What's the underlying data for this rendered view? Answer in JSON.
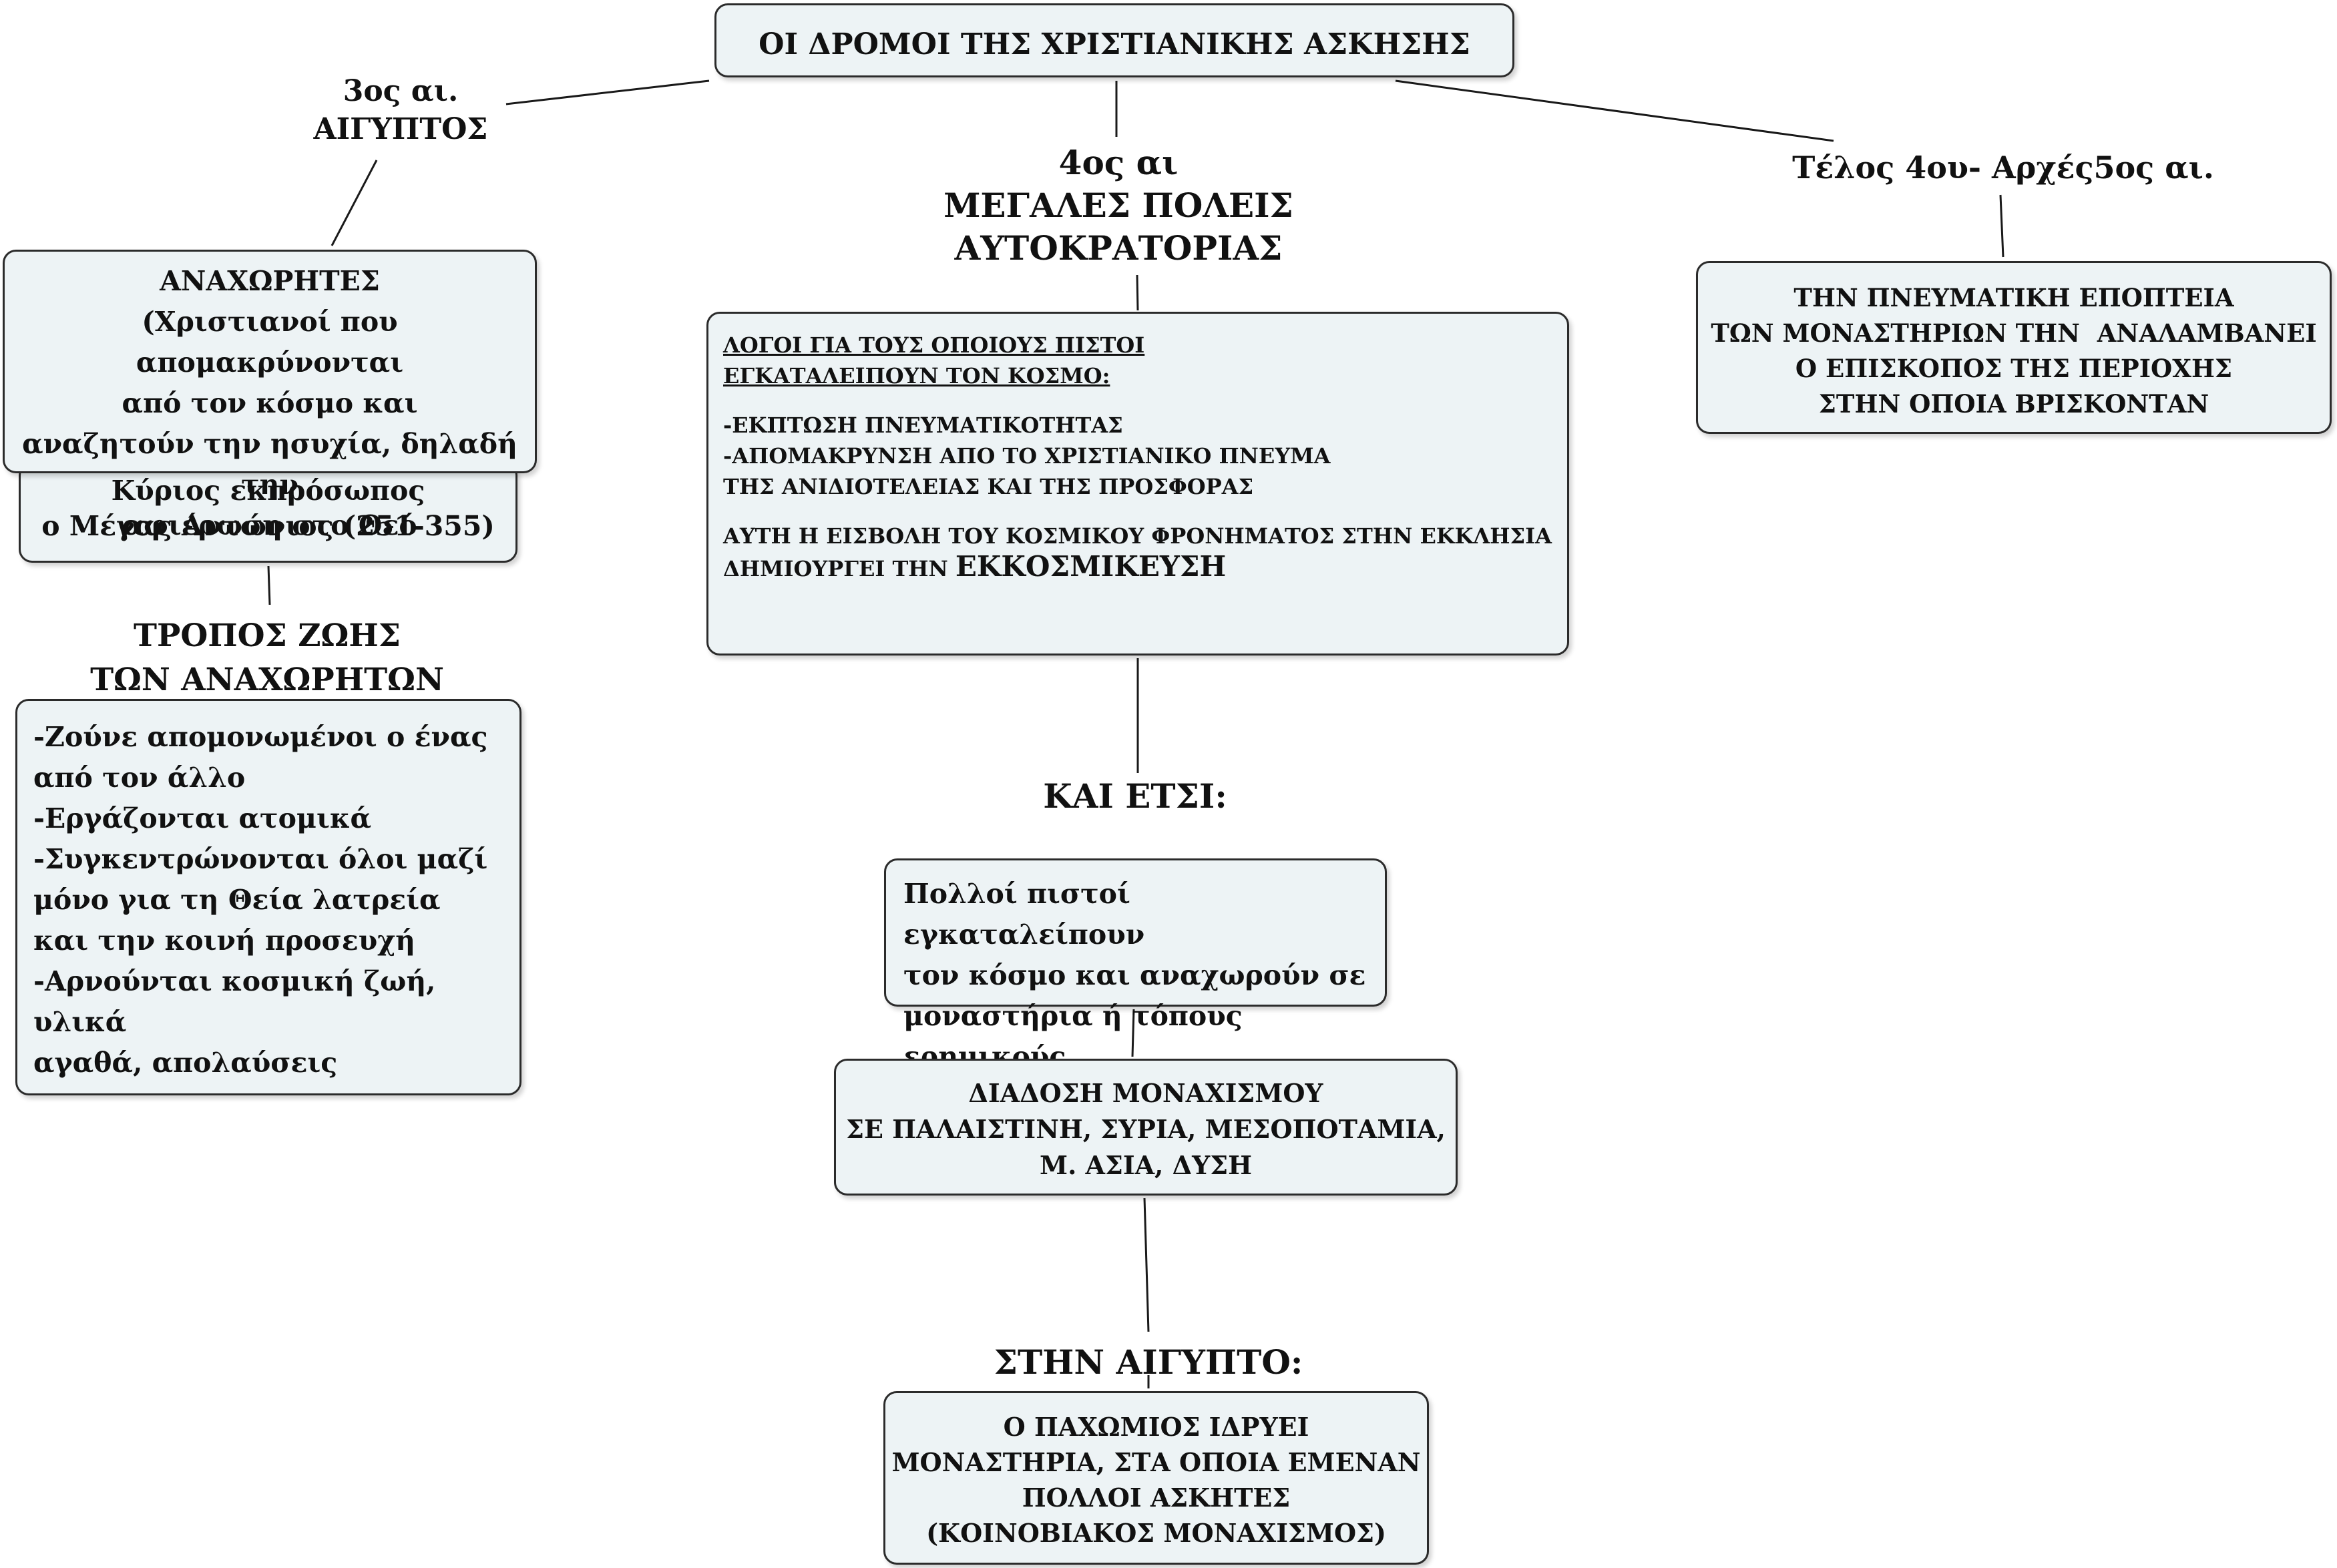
{
  "title": "ΟΙ ΔΡΟΜΟΙ ΤΗΣ ΧΡΙΣΤΙΑΝΙΚΗΣ ΑΣΚΗΣΗΣ",
  "left": {
    "heading_lines": [
      "3ος αι.",
      "ΑΙΓΥΠΤΟΣ"
    ],
    "hermits_box": {
      "lines": [
        "ΑΝΑΧΩΡΗΤΕΣ",
        "(Χριστιανοί που απομακρύνονται",
        "από τον κόσμο και",
        "αναζητούν την ησυχία, δηλαδή την",
        "αφιέρωση στο Θεό"
      ]
    },
    "representative_box": {
      "lines": [
        "Κύριος εκπρόσωπος",
        "ο Μέγας Αντώνιος (251-355)"
      ]
    },
    "lifestyle_heading_lines": [
      "ΤΡΟΠΟΣ ΖΩΗΣ",
      "ΤΩΝ ΑΝΑΧΩΡΗΤΩΝ"
    ],
    "lifestyle_box": {
      "lines": [
        "-Ζούνε απομονωμένοι ο ένας",
        "από τον άλλο",
        "-Εργάζονται ατομικά",
        "-Συγκεντρώνονται όλοι μαζί",
        "μόνο για τη Θεία λατρεία",
        "και την κοινή προσευχή",
        "-Αρνούνται κοσμική ζωή, υλικά",
        "αγαθά, απολαύσεις"
      ]
    }
  },
  "center": {
    "heading_lines": [
      "4ος αι",
      "ΜΕΓΑΛΕΣ ΠΟΛΕΙΣ",
      "ΑΥΤΟΚΡΑΤΟΡΙΑΣ"
    ],
    "reasons_box": {
      "heading_lines": [
        "ΛΟΓΟΙ ΓΙΑ ΤΟΥΣ ΟΠΟΙΟΥΣ ΠΙΣΤΟΙ",
        "ΕΓΚΑΤΑΛΕΙΠΟΥΝ ΤΟΝ ΚΟΣΜΟ:"
      ],
      "reason_lines": [
        "-ΕΚΠΤΩΣΗ ΠΝΕΥΜΑΤΙΚΟΤΗΤΑΣ",
        "-ΑΠΟΜΑΚΡΥΝΣΗ ΑΠΟ ΤΟ ΧΡΙΣΤΙΑΝΙΚΟ ΠΝΕΥΜΑ",
        "ΤΗΣ ΑΝΙΔΙΟΤΕΛΕΙΑΣ ΚΑΙ ΤΗΣ ΠΡΟΣΦΟΡΑΣ"
      ],
      "conclusion_line1": "ΑΥΤΗ Η ΕΙΣΒΟΛΗ ΤΟΥ ΚΟΣΜΙΚΟΥ ΦΡΟΝΗΜΑΤΟΣ ΣΤΗΝ ΕΚΚΛΗΣΙΑ",
      "conclusion_line2_prefix": "ΔΗΜΙΟΥΡΓΕΙ ΤΗΝ",
      "conclusion_line2_emphasis": "ΕΚΚΟΣΜΙΚΕΥΣΗ"
    },
    "and_so_label": "ΚΑΙ ΕΤΣΙ:",
    "faithful_box": {
      "lines": [
        "Πολλοί πιστοί εγκαταλείπουν",
        "τον κόσμο και αναχωρούν σε",
        "μοναστήρια ή τόπους ερημικούς"
      ]
    },
    "spread_box": {
      "lines": [
        "ΔΙΑΔΟΣΗ ΜΟΝΑΧΙΣΜΟΥ",
        "ΣΕ ΠΑΛΑΙΣΤΙΝΗ, ΣΥΡΙΑ, ΜΕΣΟΠΟΤΑΜΙΑ,",
        "Μ. ΑΣΙΑ, ΔΥΣΗ"
      ]
    },
    "egypt_label": "ΣΤΗΝ ΑΙΓΥΠΤΟ:",
    "pachomius_box": {
      "lines": [
        "Ο ΠΑΧΩΜΙΟΣ ΙΔΡΥΕΙ",
        "ΜΟΝΑΣΤΗΡΙΑ, ΣΤΑ ΟΠΟΙΑ ΕΜΕΝΑΝ",
        "ΠΟΛΛΟΙ ΑΣΚΗΤΕΣ",
        "(ΚΟΙΝΟΒΙΑΚΟΣ ΜΟΝΑΧΙΣΜΟΣ)"
      ]
    }
  },
  "right": {
    "heading": "Τέλος 4ου- Αρχές5ος αι.",
    "bishop_box": {
      "lines": [
        "ΤΗΝ ΠΝΕΥΜΑΤΙΚΗ ΕΠΟΠΤΕΙΑ",
        "ΤΩΝ ΜΟΝΑΣΤΗΡΙΩΝ ΤΗΝ  ΑΝΑΛΑΜΒΑΝΕΙ",
        "Ο ΕΠΙΣΚΟΠΟΣ ΤΗΣ ΠΕΡΙΟΧΗΣ",
        "ΣΤΗΝ ΟΠΟΙΑ ΒΡΙΣΚΟΝΤΑΝ"
      ]
    }
  }
}
